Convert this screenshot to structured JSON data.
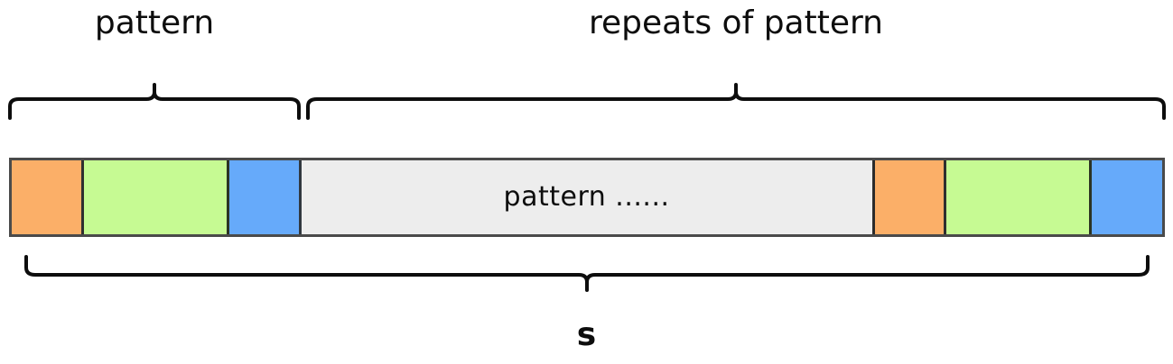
{
  "diagram": {
    "title_top_left": "pattern",
    "title_top_right": "repeats of pattern",
    "bottom_label": "s",
    "bar": {
      "segments": [
        {
          "name": "pattern-orange",
          "label": "",
          "color": "#fbaf68",
          "group": "pattern"
        },
        {
          "name": "pattern-green",
          "label": "",
          "color": "#c6fa93",
          "group": "pattern"
        },
        {
          "name": "pattern-blue",
          "label": "",
          "color": "#66aafa",
          "group": "pattern"
        },
        {
          "name": "repeats-gray",
          "label": "pattern ......",
          "color": "#ededed",
          "group": "repeats"
        },
        {
          "name": "tail-orange",
          "label": "",
          "color": "#fbaf68",
          "group": "repeats"
        },
        {
          "name": "tail-green",
          "label": "",
          "color": "#c6fa93",
          "group": "repeats"
        },
        {
          "name": "tail-blue",
          "label": "",
          "color": "#66aafa",
          "group": "repeats"
        }
      ],
      "gray_text": "pattern ......"
    },
    "braces": {
      "top_left_span_label": "pattern",
      "top_right_span_label": "repeats of pattern",
      "bottom_span_label": "s"
    },
    "colors": {
      "orange": "#fbaf68",
      "green": "#c6fa93",
      "blue": "#66aafa",
      "gray": "#ededed",
      "outline": "#4a4a4a",
      "divider": "#2b2b2b",
      "text": "#0d0d0d",
      "background": "#ffffff"
    }
  }
}
